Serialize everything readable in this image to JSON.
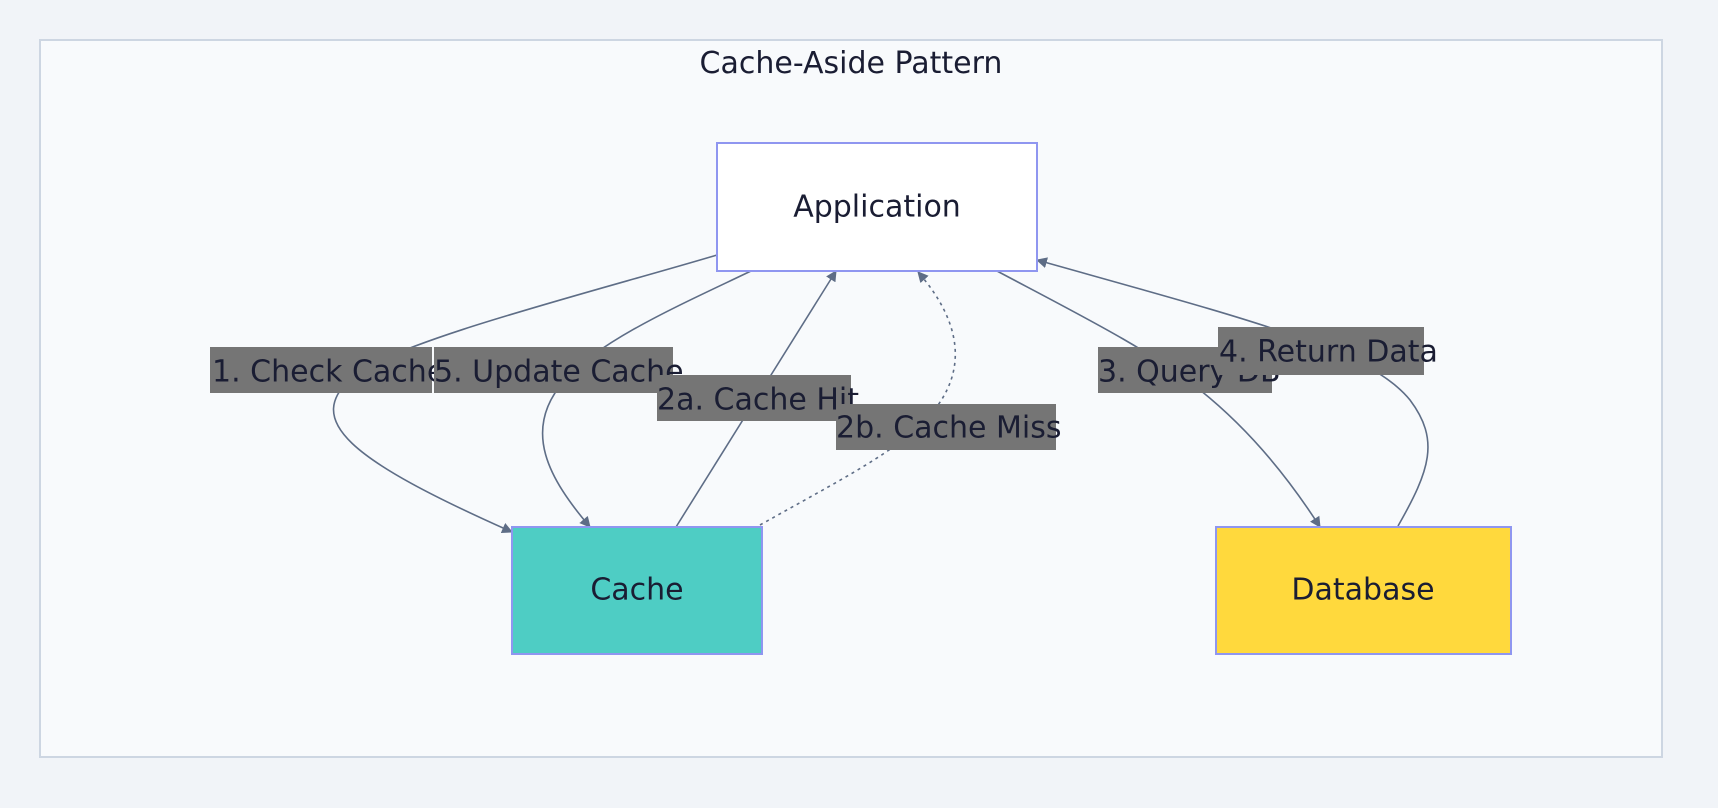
{
  "diagram": {
    "title": "Cache-Aside Pattern",
    "nodes": {
      "application": {
        "label": "Application",
        "fill": "#ffffff"
      },
      "cache": {
        "label": "Cache",
        "fill": "#4ecdc4"
      },
      "database": {
        "label": "Database",
        "fill": "#ffd93d"
      }
    },
    "edges": {
      "check_cache": {
        "label": "1. Check Cache",
        "from": "Application",
        "to": "Cache",
        "style": "solid"
      },
      "update_cache": {
        "label": "5. Update Cache",
        "from": "Application",
        "to": "Cache",
        "style": "solid"
      },
      "cache_hit": {
        "label": "2a. Cache Hit",
        "from": "Cache",
        "to": "Application",
        "style": "solid"
      },
      "cache_miss": {
        "label": "2b. Cache Miss",
        "from": "Cache",
        "to": "Application",
        "style": "dashed"
      },
      "query_db": {
        "label": "3. Query DB",
        "from": "Application",
        "to": "Database",
        "style": "solid"
      },
      "return_data": {
        "label": "4. Return Data",
        "from": "Database",
        "to": "Application",
        "style": "solid"
      }
    },
    "colors": {
      "background": "#f1f4f8",
      "frame_fill": "#f8fafc",
      "frame_stroke": "#cdd6e2",
      "node_stroke": "#8f96f0",
      "edge": "#5e6d86",
      "label_bg": "#757575",
      "text": "#1a1d33"
    }
  }
}
